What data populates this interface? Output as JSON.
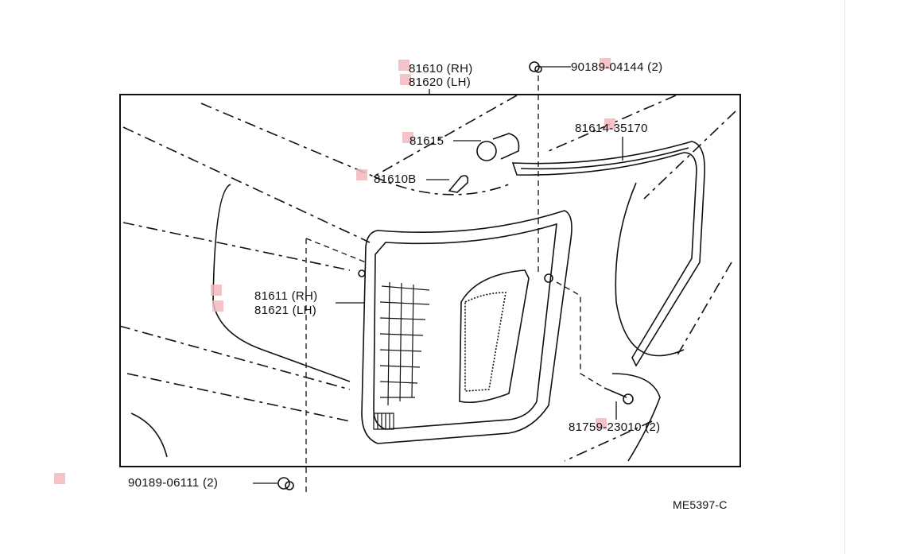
{
  "diagram": {
    "title_code": "ME5397-C",
    "callouts": [
      {
        "id": "lamp-rh",
        "label": "81610 (RH)"
      },
      {
        "id": "lamp-lh",
        "label": "81620 (LH)"
      },
      {
        "id": "nut-top",
        "label": "90189-04144 (2)"
      },
      {
        "id": "socket",
        "label": "81615"
      },
      {
        "id": "bulb",
        "label": "81610B"
      },
      {
        "id": "gasket",
        "label": "81614-35170"
      },
      {
        "id": "lens-rh",
        "label": "81611 (RH)"
      },
      {
        "id": "lens-lh",
        "label": "81621 (LH)"
      },
      {
        "id": "screw",
        "label": "81759-23010 (2)"
      },
      {
        "id": "nut-bottom",
        "label": "90189-06111 (2)"
      }
    ]
  },
  "colors": {
    "line": "#111111",
    "hotspot": "#f2b8bd"
  }
}
